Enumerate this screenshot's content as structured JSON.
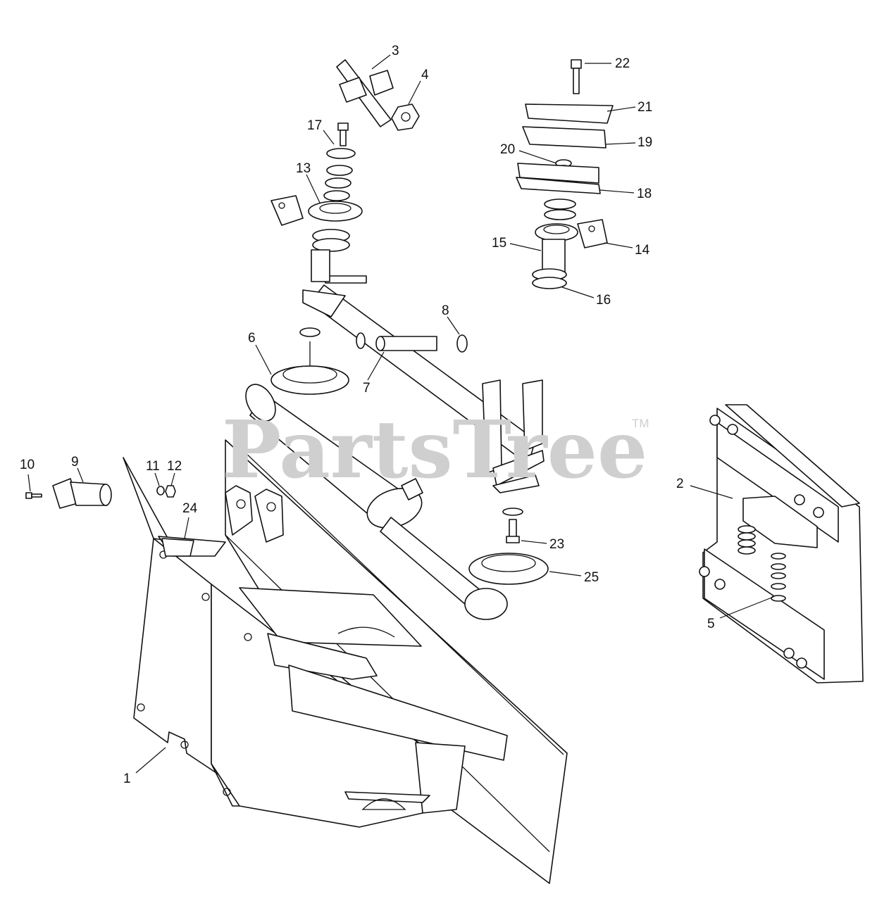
{
  "watermark": {
    "text": "PartsTree",
    "trademark": "TM"
  },
  "callouts": [
    {
      "n": "1",
      "label": "1"
    },
    {
      "n": "2",
      "label": "2"
    },
    {
      "n": "3",
      "label": "3"
    },
    {
      "n": "4",
      "label": "4"
    },
    {
      "n": "5",
      "label": "5"
    },
    {
      "n": "6",
      "label": "6"
    },
    {
      "n": "7",
      "label": "7"
    },
    {
      "n": "8",
      "label": "8"
    },
    {
      "n": "9",
      "label": "9"
    },
    {
      "n": "10",
      "label": "10"
    },
    {
      "n": "11",
      "label": "11"
    },
    {
      "n": "12",
      "label": "12"
    },
    {
      "n": "13",
      "label": "13"
    },
    {
      "n": "14",
      "label": "14"
    },
    {
      "n": "15",
      "label": "15"
    },
    {
      "n": "16",
      "label": "16"
    },
    {
      "n": "17",
      "label": "17"
    },
    {
      "n": "18",
      "label": "18"
    },
    {
      "n": "19",
      "label": "19"
    },
    {
      "n": "20",
      "label": "20"
    },
    {
      "n": "21",
      "label": "21"
    },
    {
      "n": "22",
      "label": "22"
    },
    {
      "n": "23",
      "label": "23"
    },
    {
      "n": "24",
      "label": "24"
    },
    {
      "n": "25",
      "label": "25"
    }
  ]
}
